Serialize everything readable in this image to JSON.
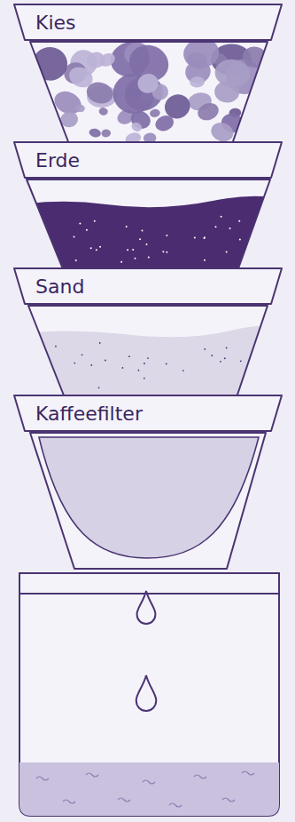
{
  "diagram": {
    "nodes": [
      {
        "text": [
          "Kies"
        ]
      },
      {
        "text": [
          "Erde"
        ]
      },
      {
        "text": [
          "Sand"
        ]
      },
      {
        "text": [
          "Kaffeefilter"
        ]
      }
    ]
  }
}
